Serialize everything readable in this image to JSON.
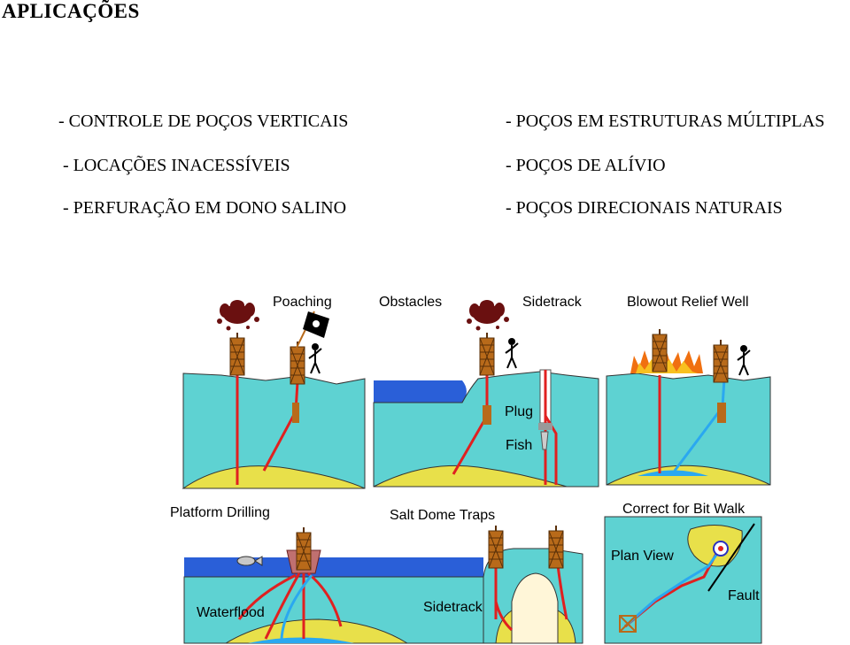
{
  "title": "APLICAÇÕES",
  "left_list": [
    "- CONTROLE DE POÇOS VERTICAIS",
    "- LOCAÇÕES INACESSÍVEIS",
    "- PERFURAÇÃO EM DONO SALINO"
  ],
  "right_list": [
    "- POÇOS EM ESTRUTURAS MÚLTIPLAS",
    "- POÇOS DE ALÍVIO",
    "- POÇOS DIRECIONAIS NATURAIS"
  ],
  "panels": {
    "poaching": "Poaching",
    "obstacles": "Obstacles",
    "sidetrack": "Sidetrack",
    "plug": "Plug",
    "fish": "Fish",
    "blowout": "Blowout Relief Well",
    "platform": "Platform Drilling",
    "waterflood": "Waterflood",
    "salt_dome": "Salt Dome Traps",
    "sidetrack2": "Sidetrack",
    "bit_walk": "Correct for Bit Walk",
    "plan_view": "Plan View",
    "fault": "Fault"
  },
  "colors": {
    "formation": "#5ed2d2",
    "water": "#2a5fd8",
    "reservoir": "#e8e04a",
    "well": "#e02020",
    "relief": "#2aa8f0",
    "derrick": "#b86a1a",
    "oil": "#6a1010"
  }
}
